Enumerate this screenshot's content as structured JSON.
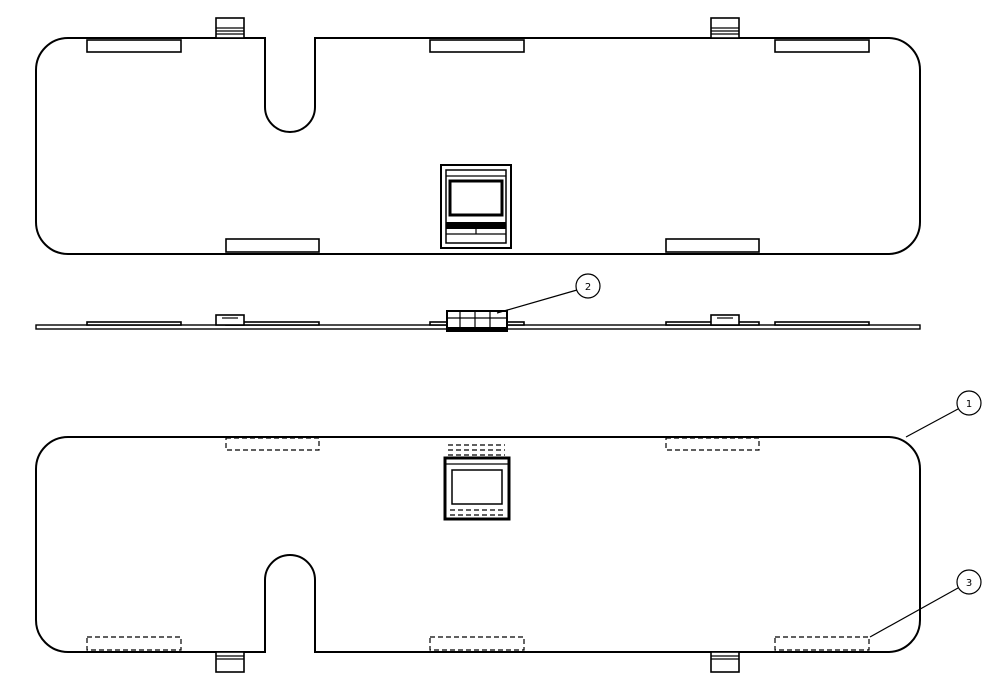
{
  "drawing": {
    "views": [
      "top-view",
      "side-view",
      "bottom-view"
    ],
    "callouts": [
      {
        "id": "callout-1",
        "label": "1"
      },
      {
        "id": "callout-2",
        "label": "2"
      },
      {
        "id": "callout-3",
        "label": "3"
      }
    ]
  }
}
